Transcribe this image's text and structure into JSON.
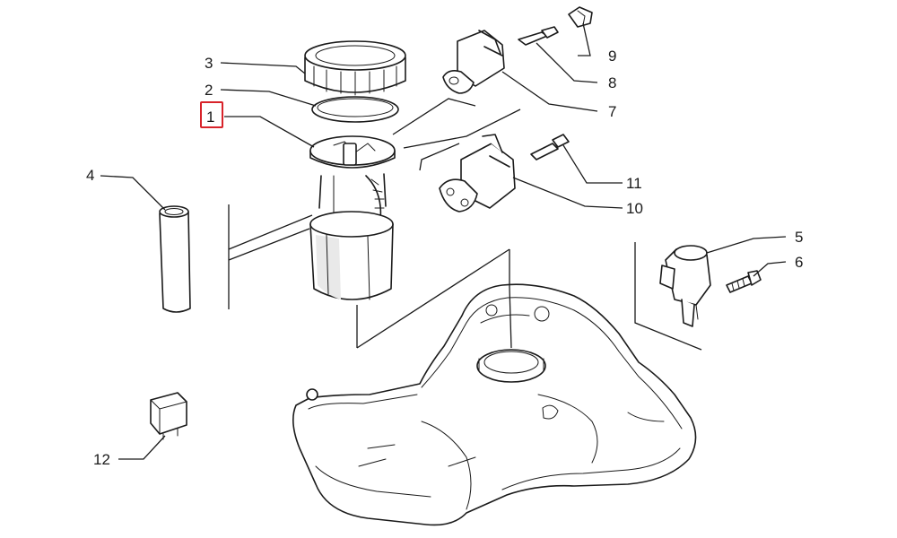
{
  "colors": {
    "line": "#1a1a1a",
    "highlight": "#d8232a",
    "background": "#ffffff"
  },
  "callouts": {
    "c1": "1",
    "c2": "2",
    "c3": "3",
    "c4": "4",
    "c5": "5",
    "c6": "6",
    "c7": "7",
    "c8": "8",
    "c9": "9",
    "c10": "10",
    "c11": "11",
    "c12": "12"
  },
  "highlighted_callout": "1"
}
